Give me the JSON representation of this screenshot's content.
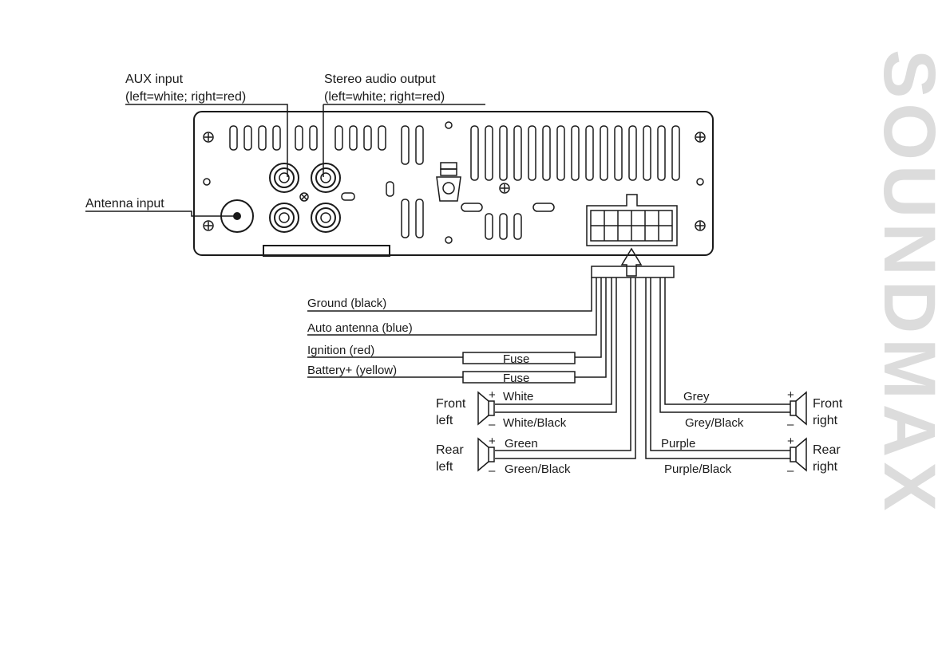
{
  "brand": "SOUNDMAX",
  "labels": {
    "aux_input": "AUX input",
    "aux_input_detail": "(left=white; right=red)",
    "stereo_output": "Stereo audio output",
    "stereo_output_detail": "(left=white; right=red)",
    "antenna_input": "Antenna input"
  },
  "wires": {
    "ground": "Ground (black)",
    "auto_antenna": "Auto antenna (blue)",
    "ignition": "Ignition (red)",
    "battery": "Battery+ (yellow)",
    "fuse_1": "Fuse",
    "fuse_2": "Fuse"
  },
  "speakers": {
    "front_left_line1": "Front",
    "front_left_line2": "left",
    "rear_left_line1": "Rear",
    "rear_left_line2": "left",
    "front_right_line1": "Front",
    "front_right_line2": "right",
    "rear_right_line1": "Rear",
    "rear_right_line2": "right",
    "white": "White",
    "white_black": "White/Black",
    "green": "Green",
    "green_black": "Green/Black",
    "grey": "Grey",
    "grey_black": "Grey/Black",
    "purple": "Purple",
    "purple_black": "Purple/Black",
    "plus": "+",
    "minus": "–"
  }
}
